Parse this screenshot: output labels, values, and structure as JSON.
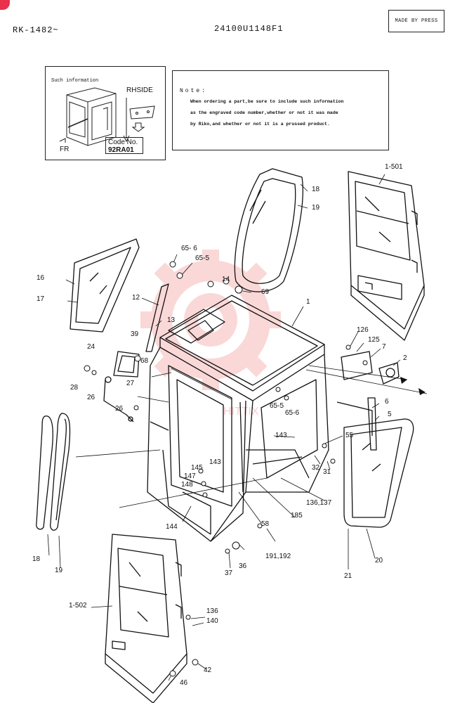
{
  "header": {
    "model": "RK-1482~",
    "drawing_number": "24100U1148F1",
    "stamp": "MADE BY PRESS"
  },
  "info_box": {
    "title": "Such information",
    "side": "RHSIDE",
    "direction": "FR",
    "code_label": "Code No.",
    "code_value": "92RA01"
  },
  "note": {
    "title": "Note:",
    "lines": [
      "When ordering a part,be sure to include such information",
      "as the engraved code number,whether or not it was made",
      "by Riko,and whether or not it is a prussed product."
    ]
  },
  "watermark": {
    "text": "HITTIX",
    "color": "#f2a7a7"
  },
  "colors": {
    "badge": "#e8314a",
    "ink": "#111111"
  },
  "part_labels": {
    "p1_501": "1-501",
    "p18_top": "18",
    "p19_top": "19",
    "p65_6_top": "65- 6",
    "p65_5_top": "65-5",
    "p16": "16",
    "p17": "17",
    "p14": "14",
    "p69": "69",
    "p1": "1",
    "p12": "12",
    "p13": "13",
    "p126": "126",
    "p125": "125",
    "p7": "7",
    "p2": "2",
    "p39": "39",
    "p68": "68",
    "p24": "24",
    "p27": "27",
    "p28": "28",
    "p26a": "26",
    "p26b": "26",
    "p6": "6",
    "p5": "5",
    "p65_5_mid": "65-5",
    "p65_6_mid": "65-6",
    "p143a": "143",
    "p143b": "143",
    "p55": "55",
    "p32": "32",
    "p31": "31",
    "p145": "145",
    "p147": "147",
    "p148": "148",
    "p144": "144",
    "p136_137": "136,137",
    "p185": "185",
    "p58": "58",
    "p191_192": "191,192",
    "p36": "36",
    "p37": "37",
    "p18_bottom": "18",
    "p19_bottom": "19",
    "p21": "21",
    "p20": "20",
    "p1_502": "1-502",
    "p136": "136",
    "p140": "140",
    "p42": "42",
    "p46": "46"
  }
}
